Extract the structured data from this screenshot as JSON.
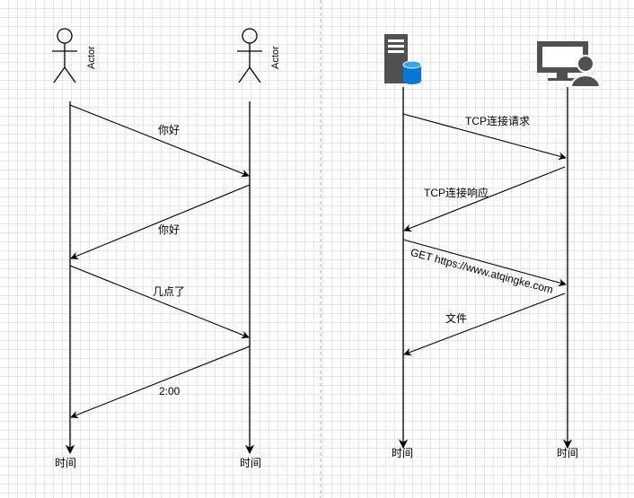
{
  "actors": {
    "left": "Actor",
    "right": "Actor"
  },
  "lifeline_label": "时间",
  "left_messages": [
    "你好",
    "你好",
    "几点了",
    "2:00"
  ],
  "right_messages": [
    "TCP连接请求",
    "TCP连接响应",
    "GET https://www.atqingke.com",
    "文件"
  ],
  "icons": {
    "server": "server-database-icon",
    "client": "computer-user-icon"
  },
  "colors": {
    "line": "#000000",
    "server": "#505050",
    "database": "#0078d4",
    "divider": "#b0b0b0"
  }
}
